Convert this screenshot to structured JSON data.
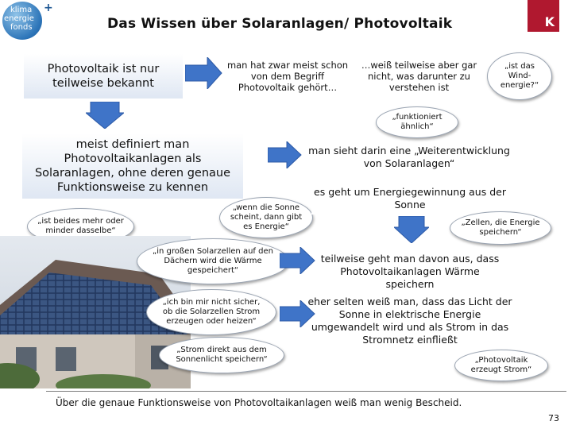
{
  "header": {
    "title": "Das Wissen über Solaranlagen/ Photovoltaik",
    "logo_left": {
      "lines": [
        "klima",
        "energie",
        "fonds"
      ],
      "plus": "+"
    },
    "logo_right": "K"
  },
  "main": {
    "intro_box": "Photovoltaik ist nur teilweise bekannt",
    "box_heard": "man hat zwar meist schon von dem Begriff Photovoltaik gehört…",
    "box_dont_understand": "…weiß teilweise aber gar nicht, was darunter zu verstehen ist",
    "oval_wind": "„ist das Wind-energie?“",
    "oval_functions": "„funktioniert ähnlich“",
    "big_box": "meist definiert man Photovoltaikanlagen als Solaranlagen, ohne deren genaue Funktionsweise zu kennen",
    "oval_same": "„ist beides mehr oder minder dasselbe“",
    "oval_sun_energy": "„wenn die Sonne scheint, dann gibt es Energie“",
    "box_further_dev": "man sieht darin eine „Weiterentwicklung von Solaranlagen“",
    "box_energy_sun": "es geht um Energiegewinnung aus der Sonne",
    "oval_cells_store": "„Zellen, die Energie speichern“",
    "oval_heat_stored": "„in großen Solarzellen auf den Dächern wird die Wärme gespeichert“",
    "box_heat": "teilweise geht man davon aus, dass Photovoltaikanlagen Wärme speichern",
    "oval_unsure": "„ich bin mir nicht sicher, ob die Solarzellen Strom erzeugen oder heizen“",
    "box_rarely": "eher selten weiß man, dass das Licht der Sonne in elektrische Energie umgewandelt wird und als Strom in das Stromnetz einfließt",
    "oval_direct": "„Strom direkt aus dem Sonnenlicht speichern“",
    "oval_pv_power": "„Photovoltaik erzeugt Strom“"
  },
  "footer": {
    "summary": "Über die genaue Funktionsweise von Photovoltaikanlagen weiß man wenig Bescheid.",
    "page_number": "73"
  },
  "colors": {
    "arrow": "#3f74c8",
    "arrow_dark": "#2d5aa6",
    "k_logo": "#b0182f",
    "logo_blue": "#2c74b8"
  },
  "icons": [
    "right-arrow-icon",
    "down-arrow-icon",
    "solar-house-photo"
  ]
}
